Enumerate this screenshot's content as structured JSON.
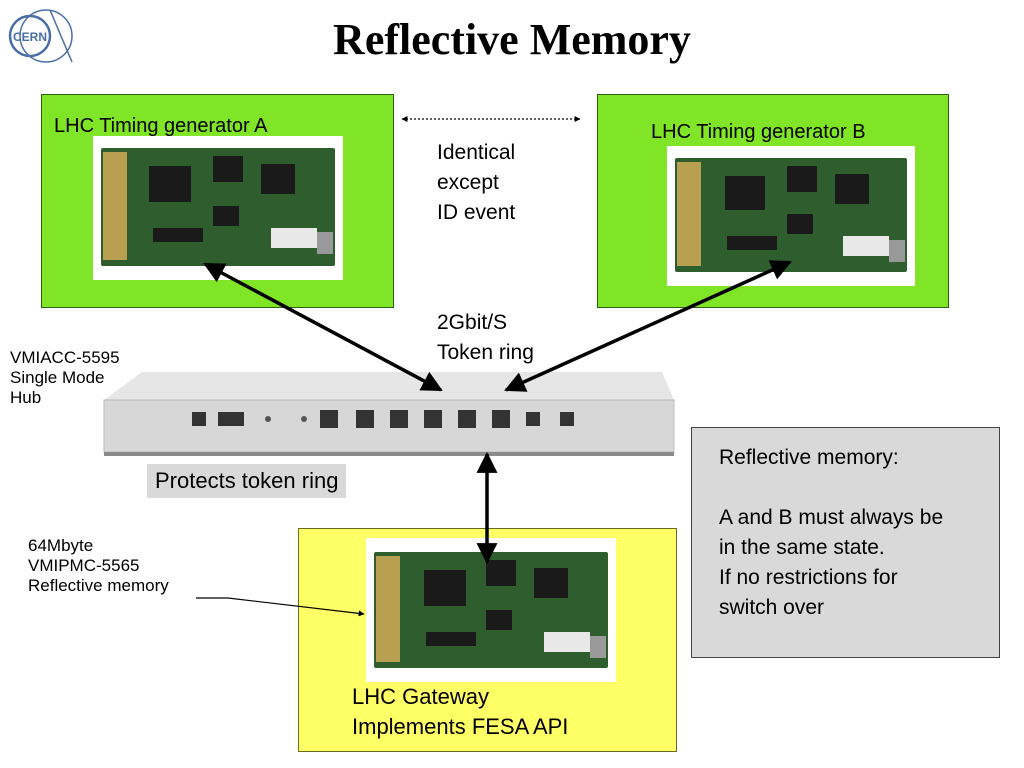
{
  "title": "Reflective Memory",
  "logo_text": "CERN",
  "generator_a": {
    "label": "LHC Timing generator A"
  },
  "generator_b": {
    "label": "LHC Timing generator B"
  },
  "identical_note": [
    "Identical",
    "except",
    "ID event"
  ],
  "link_note": [
    "2Gbit/S",
    "Token ring"
  ],
  "hub_label": [
    "VMIACC-5595",
    "Single Mode",
    "Hub"
  ],
  "protect_label": "Protects token ring",
  "memory_label": [
    "64Mbyte",
    "VMIPMC-5565",
    "Reflective memory"
  ],
  "gateway": {
    "line1": "LHC Gateway",
    "line2": "Implements FESA API"
  },
  "note_box": {
    "heading": "Reflective memory:",
    "lines": [
      "A and B must always be",
      "in the same state.",
      "If no restrictions for",
      "switch over"
    ]
  },
  "colors": {
    "green": "#7fe526",
    "yellow": "#ffff66",
    "gray": "#d9d9d9"
  }
}
